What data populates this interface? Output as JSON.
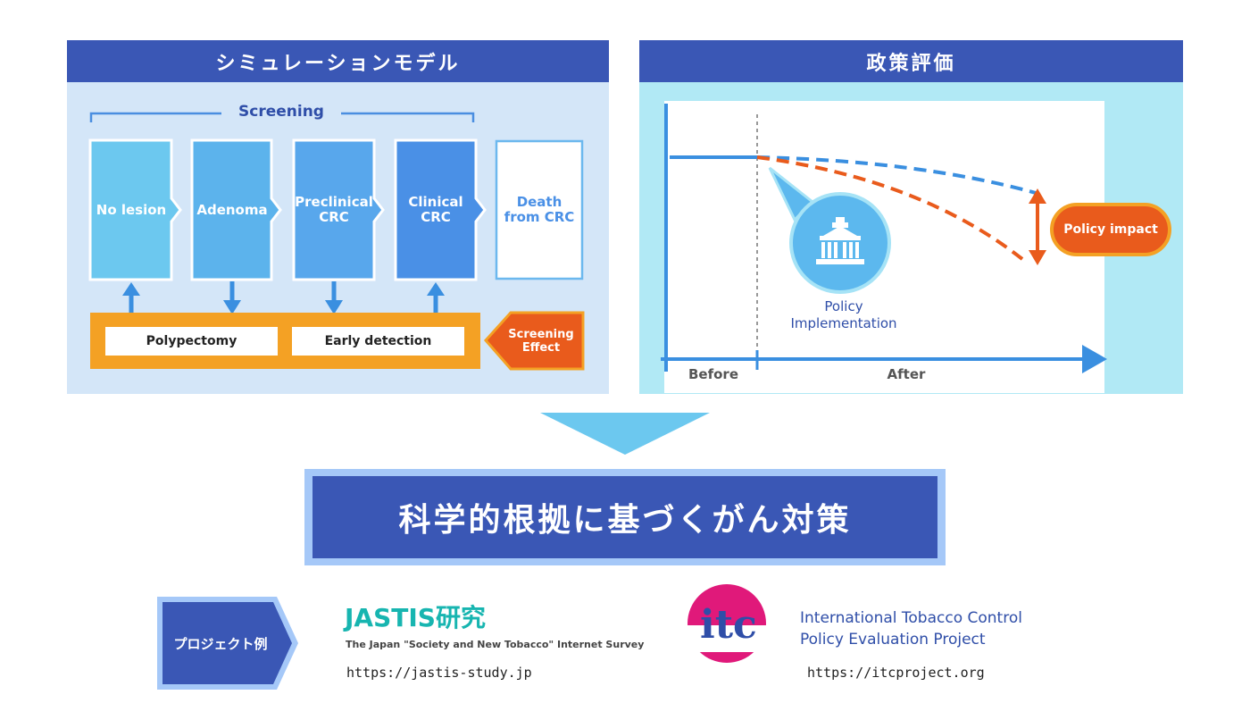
{
  "simulation": {
    "title": "シミュレーションモデル",
    "screening_label": "Screening",
    "stages": [
      {
        "label": "No lesion"
      },
      {
        "label": "Adenoma"
      },
      {
        "label": "Preclinical\nCRC"
      },
      {
        "label": "Clinical\nCRC"
      },
      {
        "label": "Death\nfrom CRC"
      }
    ],
    "interventions": {
      "polypectomy": "Polypectomy",
      "early_detection": "Early detection"
    },
    "screening_effect": "Screening\nEffect",
    "colors": {
      "header": "#3a57b5",
      "panel_bg": "#d4e6f8",
      "stage1": "#6cc8ef",
      "stage2": "#5cb3ec",
      "stage3": "#58a7ec",
      "stage4": "#4a90e6",
      "orange": "#f4a124",
      "effect": "#e95b1c"
    }
  },
  "policy": {
    "title": "政策評価",
    "impact_label": "Policy impact",
    "implementation_label": "Policy\nImplementation",
    "before_label": "Before",
    "after_label": "After",
    "colors": {
      "panel_bg": "#b1e9f5",
      "axis": "#3a8fe0",
      "baseline": "#3a8fe0",
      "orange": "#e95b1c"
    }
  },
  "conclusion": {
    "title": "科学的根拠に基づくがん対策"
  },
  "projects": {
    "label": "プロジェクト例",
    "jastis": {
      "logo": "JASTIS研究",
      "subtitle": "The Japan \"Society and New Tobacco\" Internet Survey",
      "url": "https://jastis-study.jp"
    },
    "itc": {
      "logo": "itc",
      "name_line1": "International Tobacco Control",
      "name_line2": "Policy Evaluation Project",
      "url": "https://itcproject.org"
    }
  }
}
